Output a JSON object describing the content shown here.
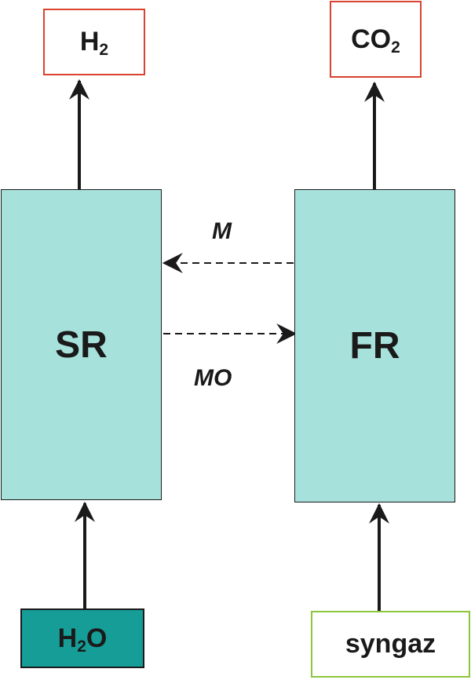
{
  "reactors": {
    "sr": {
      "label": "SR"
    },
    "fr": {
      "label": "FR"
    }
  },
  "outputs": {
    "h2": {
      "base": "H",
      "sub": "2"
    },
    "co2": {
      "base": "CO",
      "sub": "2"
    }
  },
  "inputs": {
    "h2o": {
      "base_a": "H",
      "sub": "2",
      "base_b": "O"
    },
    "syngas": {
      "label": "syngaz"
    }
  },
  "flows": {
    "m": {
      "label": "M"
    },
    "mo": {
      "label": "MO"
    }
  },
  "colors": {
    "reactor_fill": "#a7e1dc",
    "output_border": "#d9432f",
    "water_fill": "#169d98",
    "syngas_border": "#8cc63e"
  }
}
